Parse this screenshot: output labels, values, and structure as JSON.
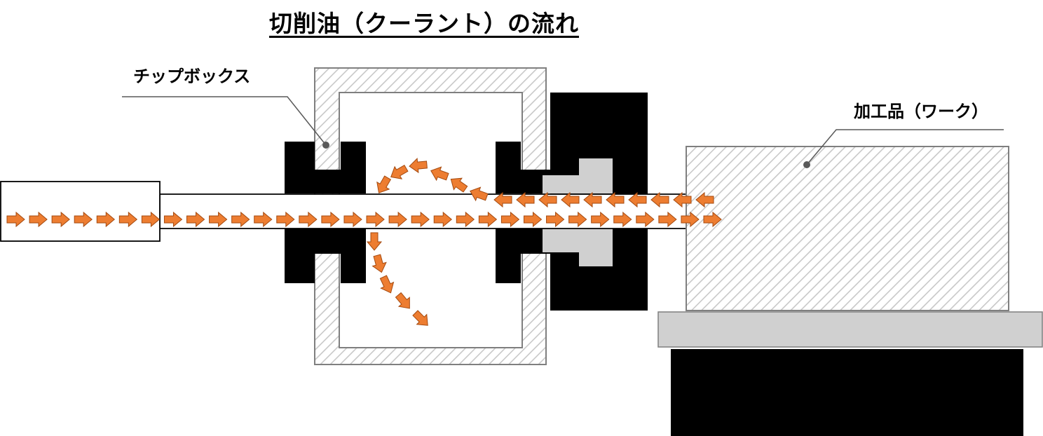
{
  "title": "切削油（クーラント）の流れ",
  "labels": {
    "chip_box": "チップボックス",
    "workpiece": "加工品（ワーク）"
  },
  "colors": {
    "coolant_arrow_fill": "#ED7D31",
    "coolant_arrow_stroke": "#A44A10",
    "hatch_stroke": "#C8C8C8",
    "outline_gray": "#7F7F7F",
    "light_gray_block": "#D0D0D0",
    "black_block": "#000000"
  },
  "flows": {
    "inlet_rightward_count": 32,
    "return_leftward_count": 10,
    "upper_spray_count": 6,
    "lower_drain_count": 5
  }
}
